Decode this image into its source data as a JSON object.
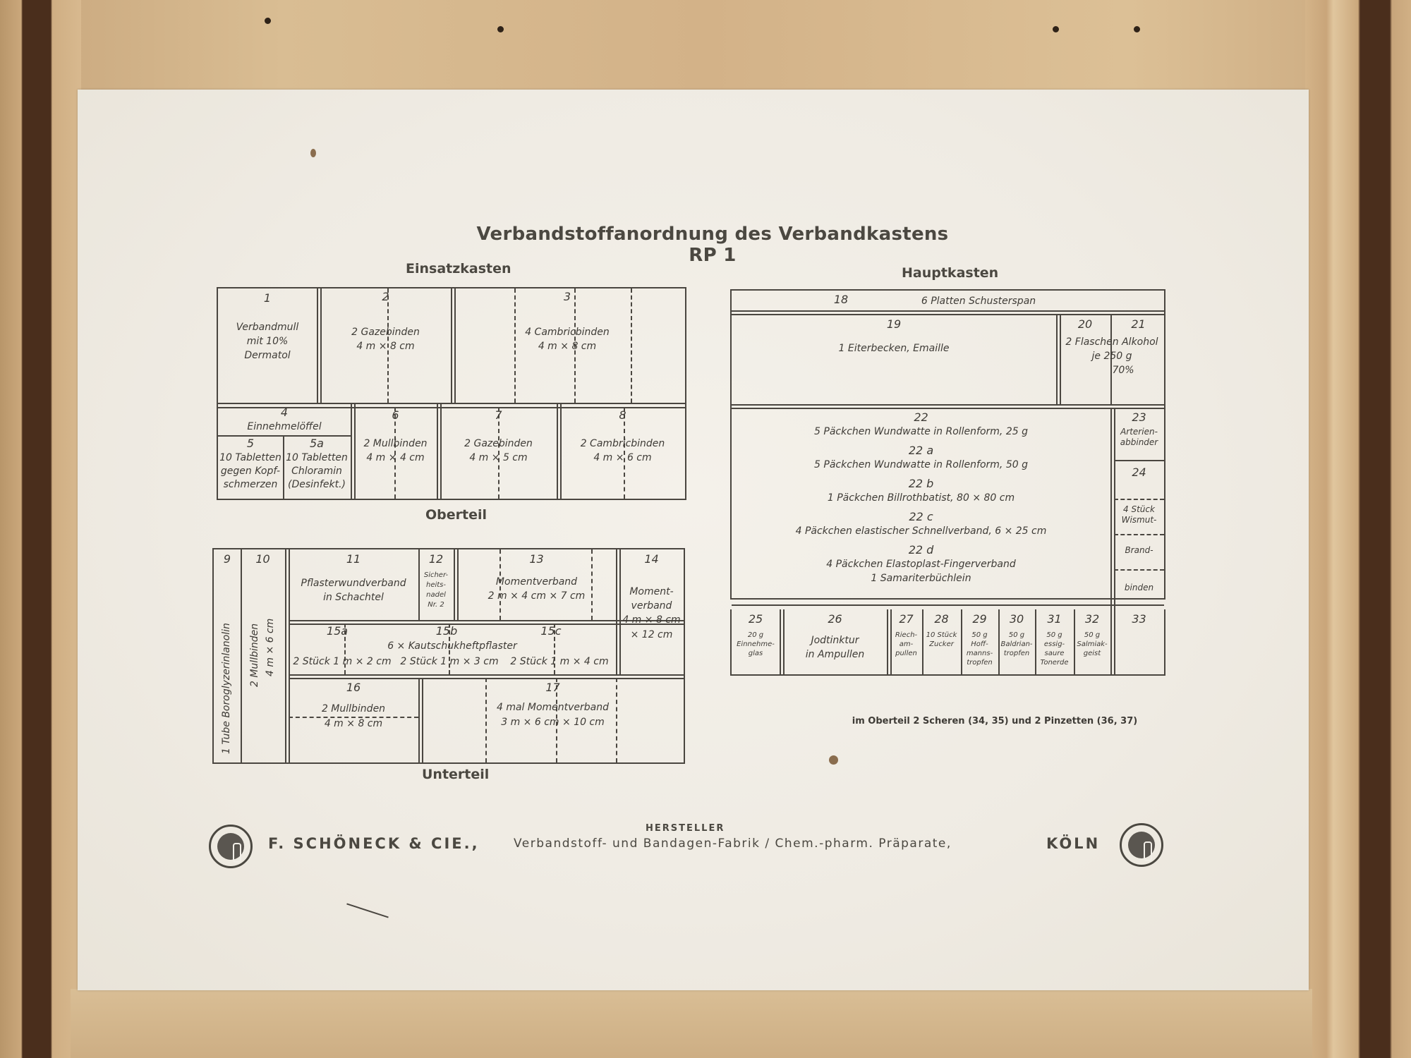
{
  "title": "Verbandstoffanordnung des Verbandkastens RP 1",
  "sections": {
    "einsatz": "Einsatzkasten",
    "haupt": "Hauptkasten",
    "oberteil": "Oberteil",
    "unterteil": "Unterteil"
  },
  "einsatz": {
    "c1": {
      "n": "1",
      "text": [
        "Verbandmull",
        "mit 10%",
        "Dermatol"
      ]
    },
    "c2": {
      "n": "2",
      "text": [
        "2 Gazebinden",
        "4 m × 8 cm"
      ]
    },
    "c3": {
      "n": "3",
      "text": [
        "4 Cambricbinden",
        "4 m × 8 cm"
      ]
    },
    "c4": {
      "n": "4",
      "text": "Einnehmelöffel"
    },
    "c5": {
      "n": "5",
      "text": [
        "10 Tabletten",
        "gegen Kopf-",
        "schmerzen"
      ]
    },
    "c5a": {
      "n": "5a",
      "text": [
        "10 Tabletten",
        "Chloramin",
        "(Desinfekt.)"
      ]
    },
    "c6": {
      "n": "6",
      "text": [
        "2 Mullbinden",
        "4 m × 4 cm"
      ]
    },
    "c7": {
      "n": "7",
      "text": [
        "2 Gazebinden",
        "4 m × 5 cm"
      ]
    },
    "c8": {
      "n": "8",
      "text": [
        "2 Cambricbinden",
        "4 m × 6 cm"
      ]
    }
  },
  "unterteil": {
    "c9": {
      "n": "9",
      "text": "1 Tube Boroglyzerinlanolin"
    },
    "c10": {
      "n": "10",
      "text": [
        "2 Mullbinden",
        "4 m × 6 cm"
      ]
    },
    "c11": {
      "n": "11",
      "text": [
        "Pflasterwundverband",
        "in Schachtel"
      ]
    },
    "c12": {
      "n": "12",
      "text": [
        "Sicher-",
        "heits-",
        "nadel",
        "Nr. 2"
      ]
    },
    "c13": {
      "n": "13",
      "text": [
        "Momentverband",
        "2 m × 4 cm × 7 cm"
      ]
    },
    "c14": {
      "n": "14",
      "text": [
        "Moment-",
        "verband",
        "4 m × 8 cm",
        "× 12 cm"
      ]
    },
    "c15": {
      "n15a": "15a",
      "n15b": "15b",
      "n15c": "15c",
      "text": "6 × Kautschukheftpflaster",
      "a": "2 Stück 1 m × 2 cm",
      "b": "2 Stück 1 m × 3 cm",
      "c": "2 Stück 1 m × 4 cm"
    },
    "c16": {
      "n": "16",
      "text": [
        "2 Mullbinden",
        "4 m × 8 cm"
      ]
    },
    "c17": {
      "n": "17",
      "text": [
        "4 mal Momentverband",
        "3 m × 6 cm × 10 cm"
      ]
    }
  },
  "haupt": {
    "c18": {
      "n": "18",
      "text": "6 Platten Schusterspan"
    },
    "c19": {
      "n": "19",
      "text": "1 Eiterbecken, Emaille"
    },
    "c20": {
      "n": "20",
      "n21": "21",
      "text": [
        "2 Flaschen Alkohol",
        "je 250 g",
        "70%"
      ]
    },
    "c22": {
      "n": "22",
      "text": "5 Päckchen Wundwatte in Rollenform, 25 g",
      "na": "22 a",
      "a": "5 Päckchen Wundwatte in Rollenform, 50 g",
      "nb": "22 b",
      "b": "1 Päckchen Billrothbatist, 80 × 80 cm",
      "nc": "22 c",
      "c": "4 Päckchen elastischer Schnellverband, 6 × 25 cm",
      "nd": "22 d",
      "d": "4 Päckchen Elastoplast-Fingerverband",
      "e": "1 Samariterbüchlein"
    },
    "c23": {
      "n": "23",
      "text": [
        "Arterien-",
        "abbinder"
      ]
    },
    "c24": {
      "n": "24",
      "text": [
        "4 Stück",
        "Wismut-",
        "Brand-",
        "binden"
      ]
    },
    "c25": {
      "n": "25",
      "text": [
        "20 g",
        "Einnehme-",
        "glas"
      ]
    },
    "c26": {
      "n": "26",
      "text": [
        "Jodtinktur",
        "in Ampullen"
      ]
    },
    "c27": {
      "n": "27",
      "text": [
        "Riech-",
        "am-",
        "pullen"
      ]
    },
    "c28": {
      "n": "28",
      "text": [
        "10 Stück",
        "Zucker"
      ]
    },
    "c29": {
      "n": "29",
      "text": [
        "50 g",
        "Hoff-",
        "manns-",
        "tropfen"
      ]
    },
    "c30": {
      "n": "30",
      "text": [
        "50 g",
        "Baldrian-",
        "tropfen"
      ]
    },
    "c31": {
      "n": "31",
      "text": [
        "50 g",
        "essig-",
        "saure",
        "Tonerde"
      ]
    },
    "c32": {
      "n": "32",
      "text": [
        "50 g",
        "Salmiak-",
        "geist"
      ]
    },
    "c33": {
      "n": "33"
    }
  },
  "note": "im Oberteil 2 Scheren (34, 35) und 2 Pinzetten (36, 37)",
  "footer": {
    "label": "HERSTELLER",
    "company": "F. SCHÖNECK & CIE.,",
    "desc": "Verbandstoff- und Bandagen-Fabrik / Chem.-pharm. Präparate,",
    "city": "KÖLN"
  }
}
